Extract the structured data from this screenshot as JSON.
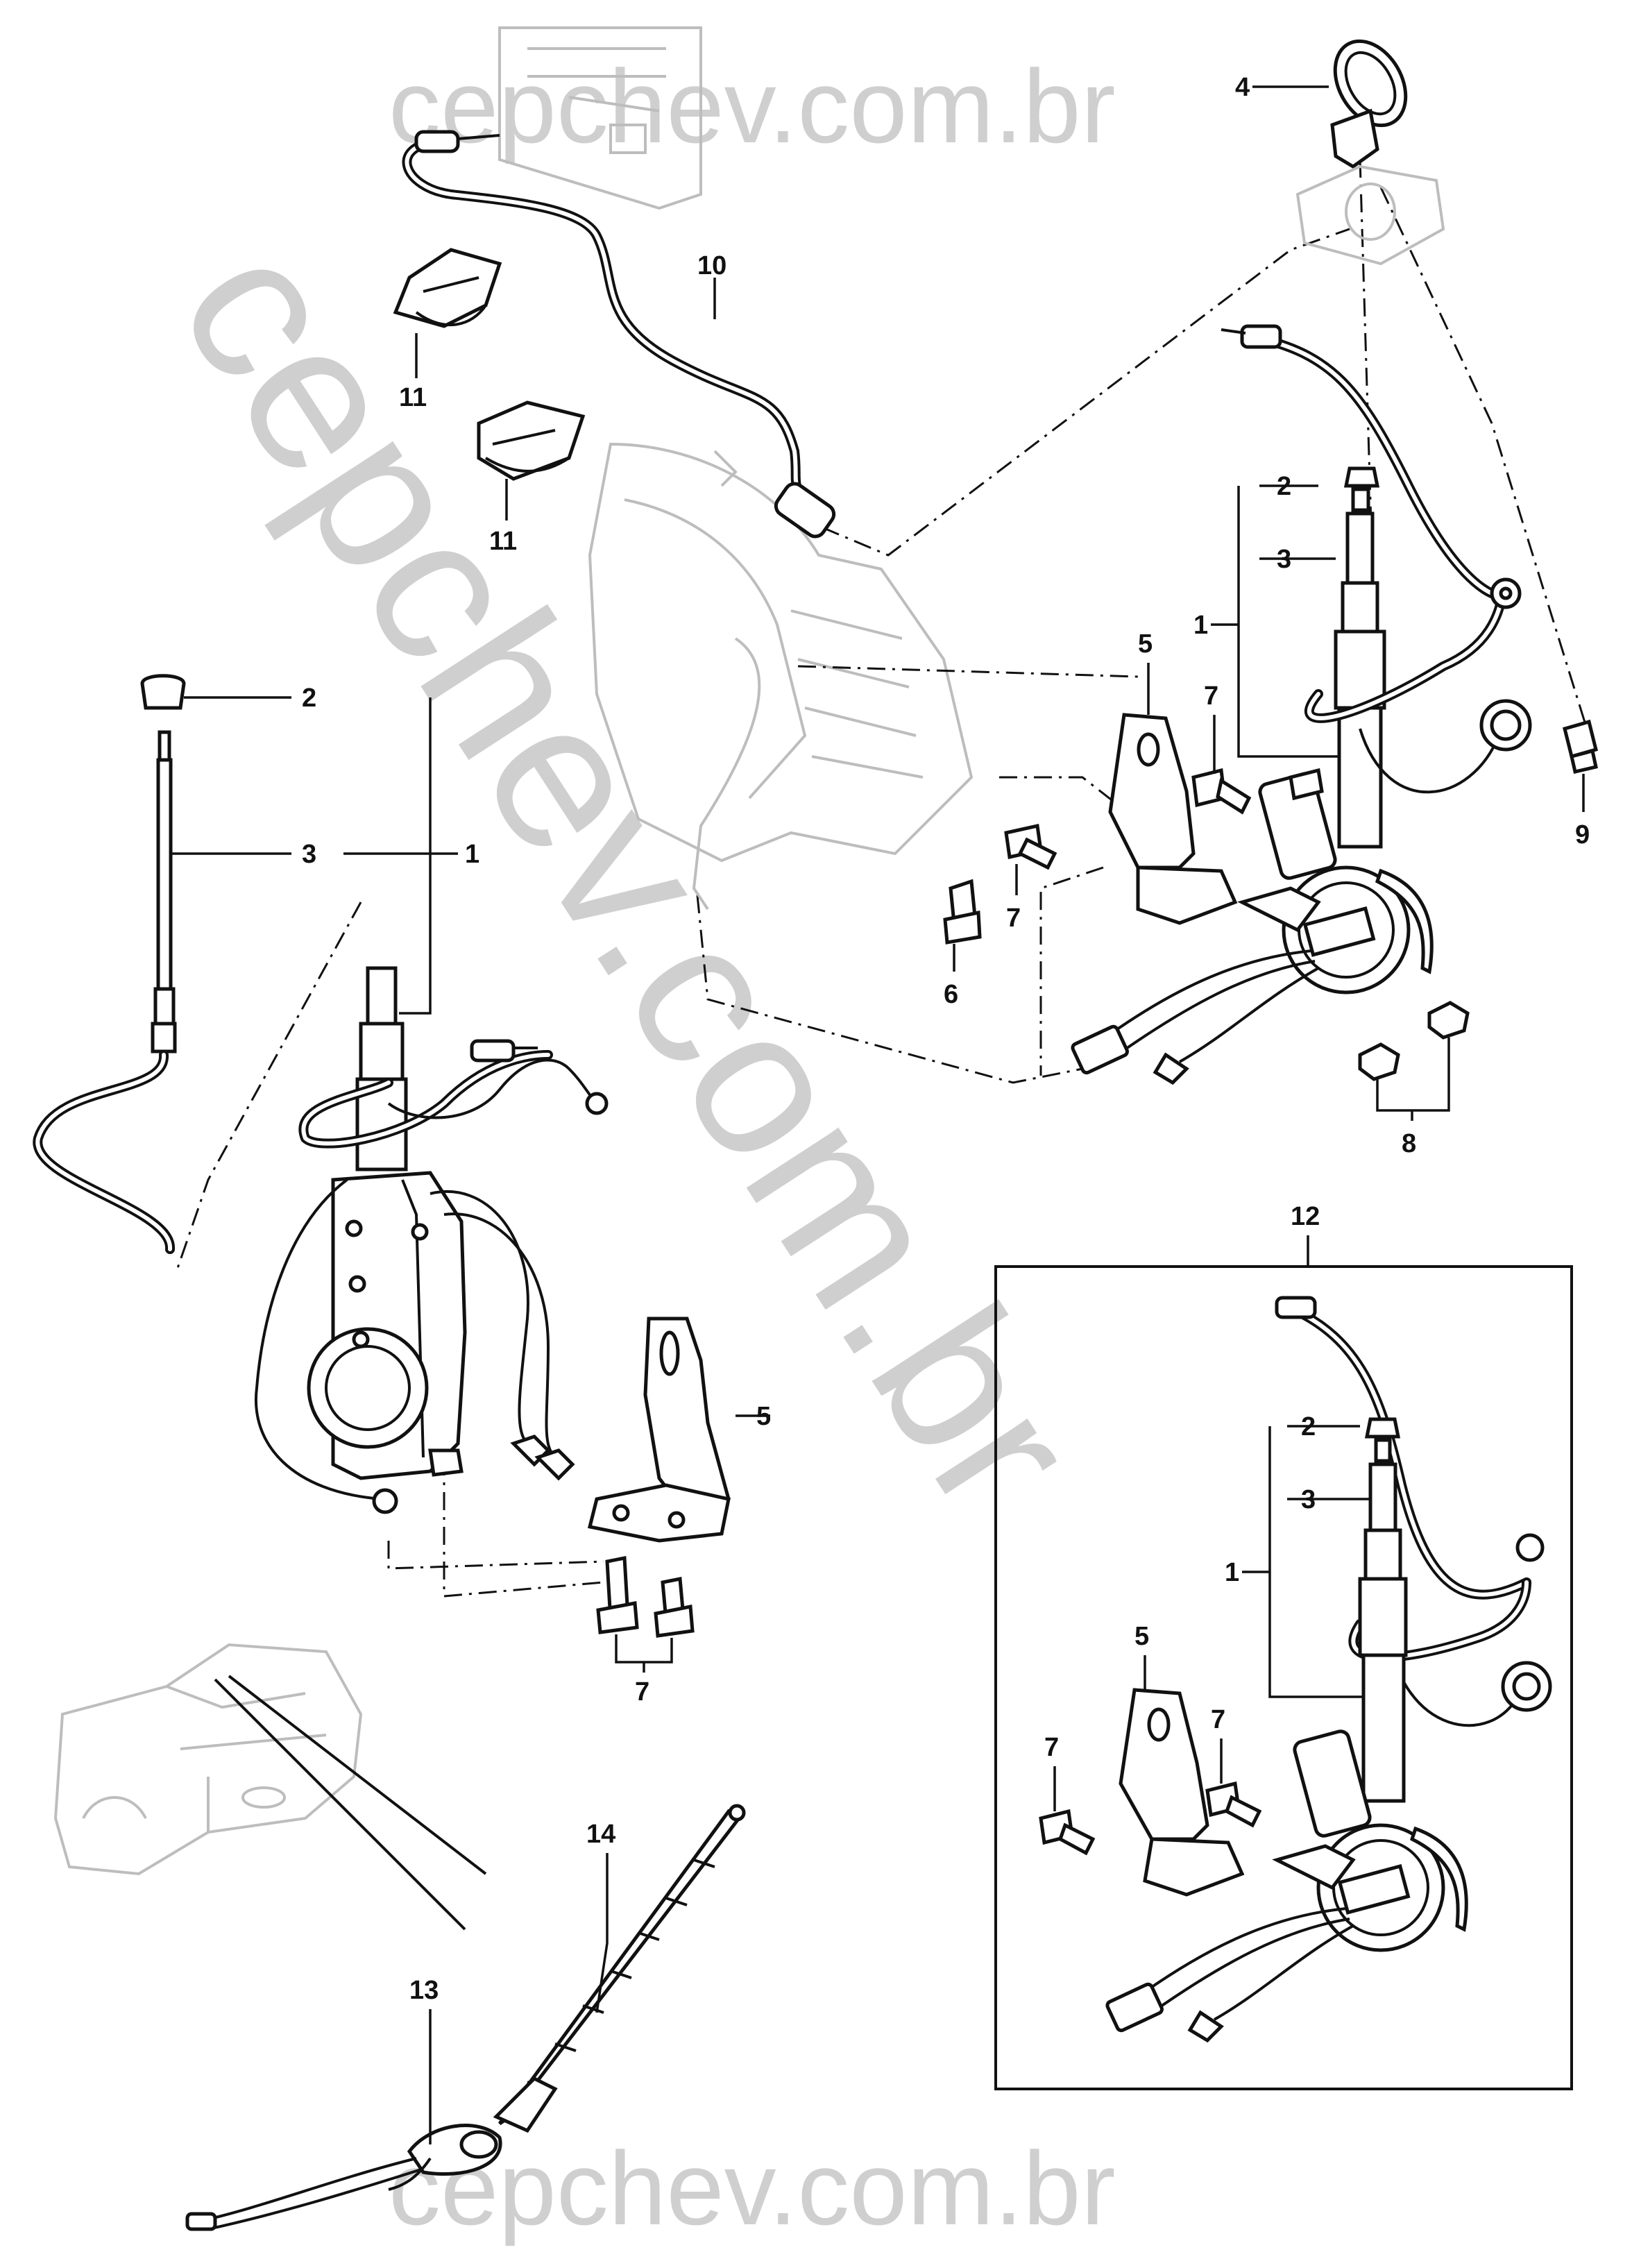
{
  "watermark": {
    "top": "cepchev.com.br",
    "diagonal": "cepchev.com.br",
    "bottom": "cepchev.com.br"
  },
  "callouts": {
    "c1a": "1",
    "c2a": "2",
    "c3a": "3",
    "c4": "4",
    "c5a": "5",
    "c6": "6",
    "c7a": "7",
    "c7b": "7",
    "c8": "8",
    "c9": "9",
    "c10": "10",
    "c11a": "11",
    "c11b": "11",
    "c1b": "1",
    "c2b": "2",
    "c3b": "3",
    "c5b": "5",
    "c7c": "7",
    "c12": "12",
    "c1c": "1",
    "c2c": "2",
    "c3c": "3",
    "c5c": "5",
    "c7d": "7",
    "c7e": "7",
    "c13": "13",
    "c14": "14"
  }
}
